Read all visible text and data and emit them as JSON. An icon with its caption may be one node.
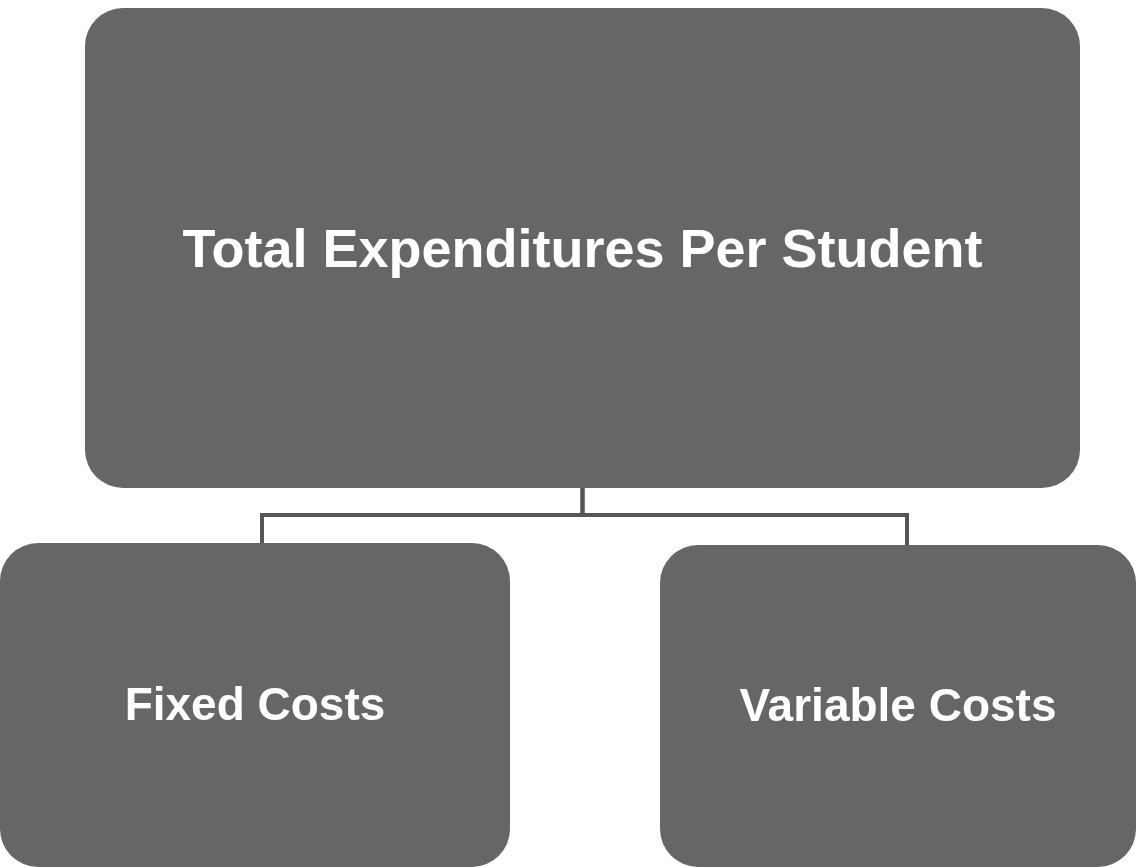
{
  "diagram": {
    "nodes": [
      {
        "text": [
          "Total Expenditures Per Student"
        ]
      },
      {
        "text": [
          "Fixed Costs"
        ]
      },
      {
        "text": [
          "Variable Costs"
        ]
      }
    ],
    "edges": [
      {
        "from": 0,
        "to": 1,
        "arrow": "none"
      },
      {
        "from": 0,
        "to": 2,
        "arrow": "none"
      }
    ]
  }
}
